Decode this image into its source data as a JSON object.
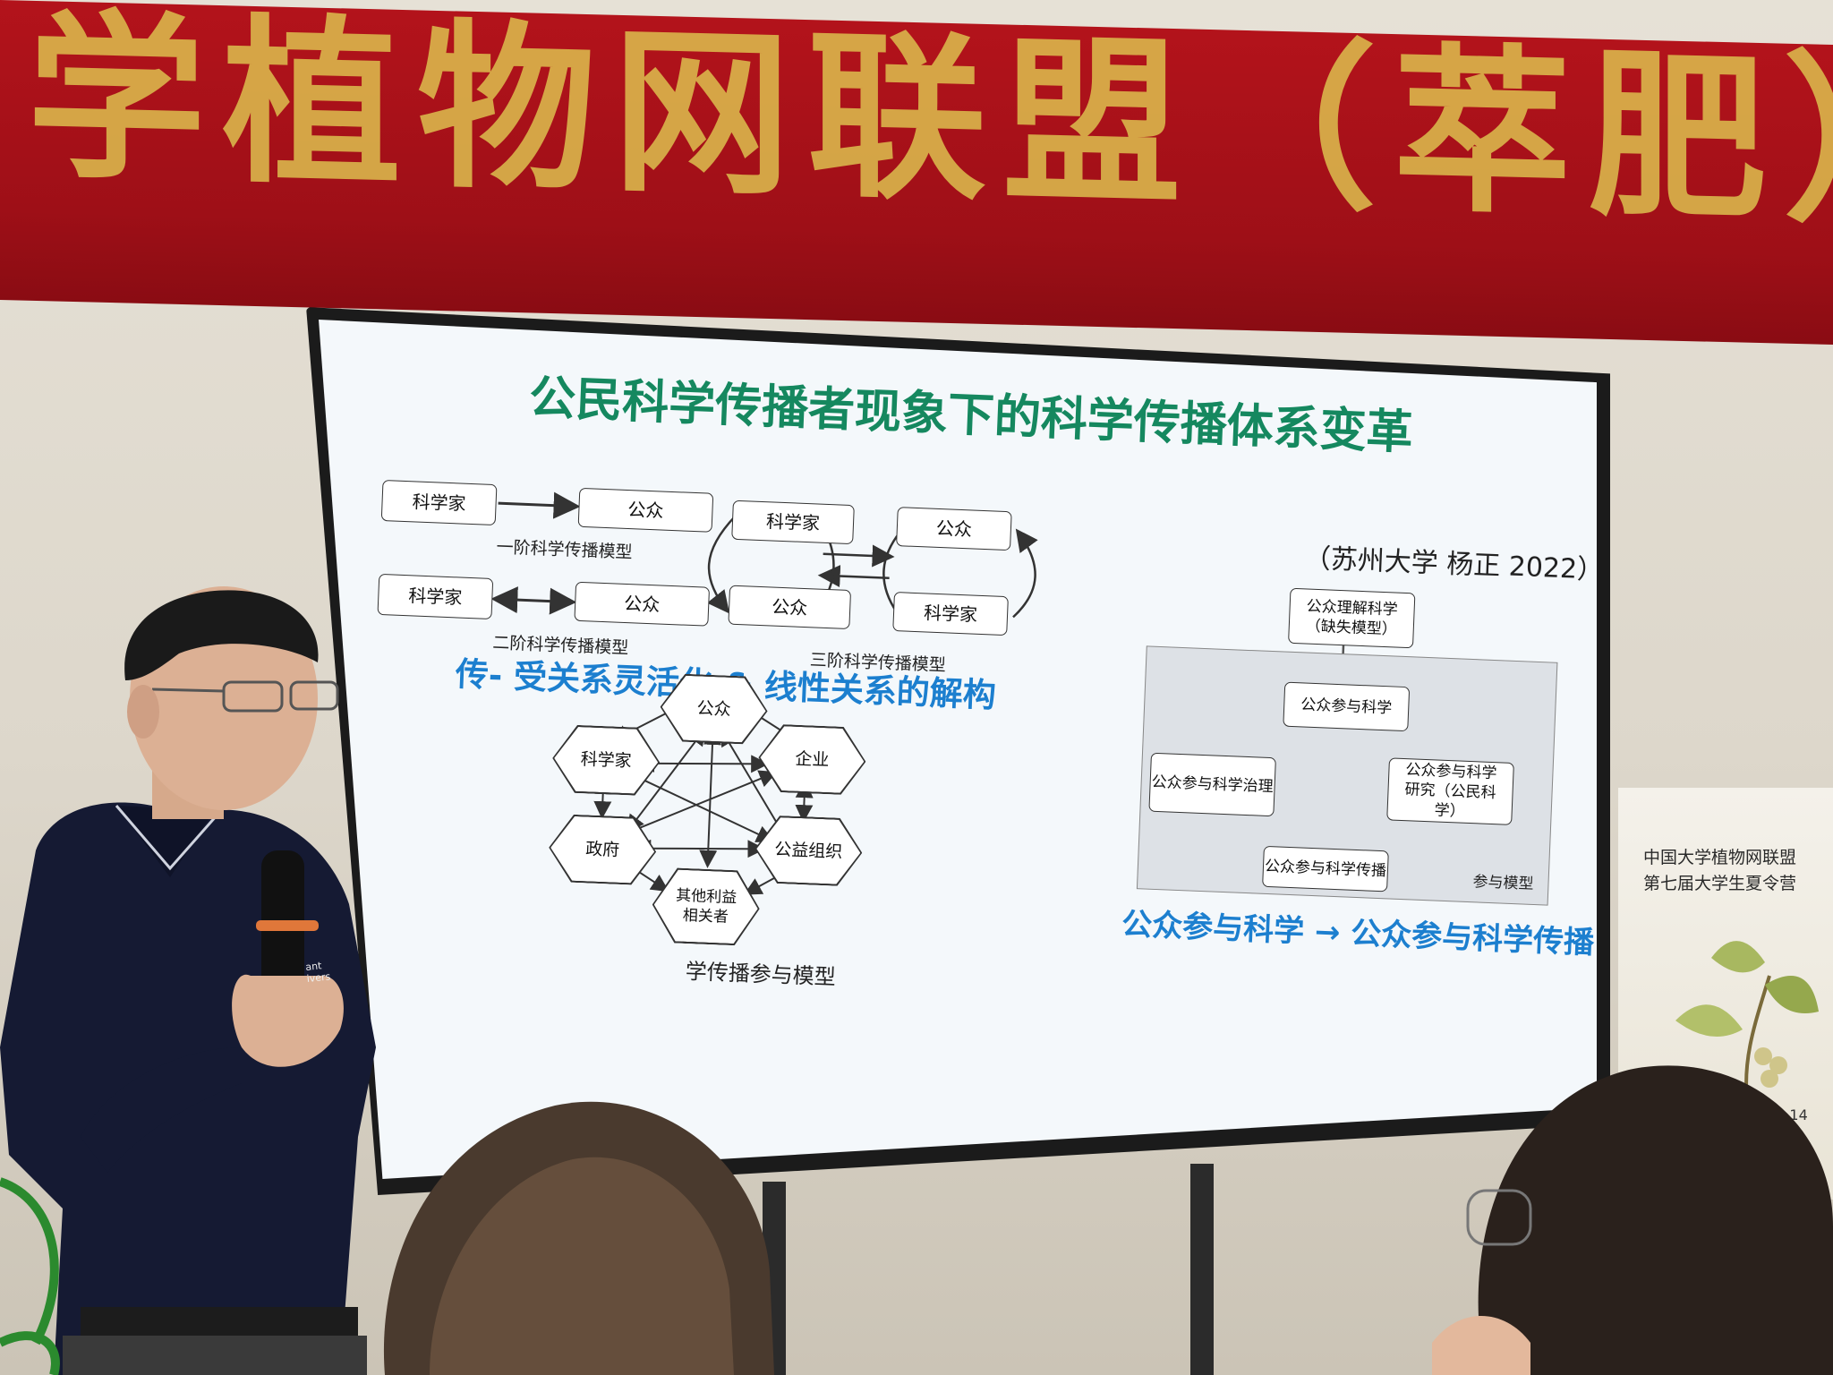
{
  "banner": {
    "text": "学植物网联盟（萃肥）第七届大"
  },
  "slide": {
    "title": "公民科学传播者现象下的科学传播体系变革",
    "citation": "（苏州大学 杨正 2022）",
    "subheading_left": "传- 受关系灵活化 & 线性关系的解构",
    "subheading_right": "公众参与科学 → 公众参与科学传播",
    "model1": {
      "scientist": "科学家",
      "public": "公众",
      "caption": "一阶科学传播模型"
    },
    "model2": {
      "scientist": "科学家",
      "public": "公众",
      "caption": "二阶科学传播模型"
    },
    "model3": {
      "scientist_a": "科学家",
      "public_a": "公众",
      "public_b": "公众",
      "scientist_b": "科学家",
      "caption": "三阶科学传播模型"
    },
    "network": {
      "nodes": {
        "public": "公众",
        "scientist": "科学家",
        "enterprise": "企业",
        "government": "政府",
        "nonprofit": "公益组织",
        "stakeholders": "其他利益相关者"
      },
      "caption": "学传播参与模型"
    },
    "participation": {
      "top": "公众理解科学（缺失模型）",
      "center": "公众参与科学",
      "left": "公众参与科学治理",
      "right": "公众参与科学研究（公民科学）",
      "bottom": "公众参与科学传播",
      "label": "参与模型"
    }
  },
  "poster": {
    "title_line1": "中国大学植物网联盟",
    "title_line2": "第七届大学生夏令营",
    "date": "1-08.14"
  },
  "colors": {
    "title_green": "#15885f",
    "subhead_blue": "#1c7fcf",
    "banner_red": "#b3131b",
    "banner_text": "#d9b24a"
  }
}
